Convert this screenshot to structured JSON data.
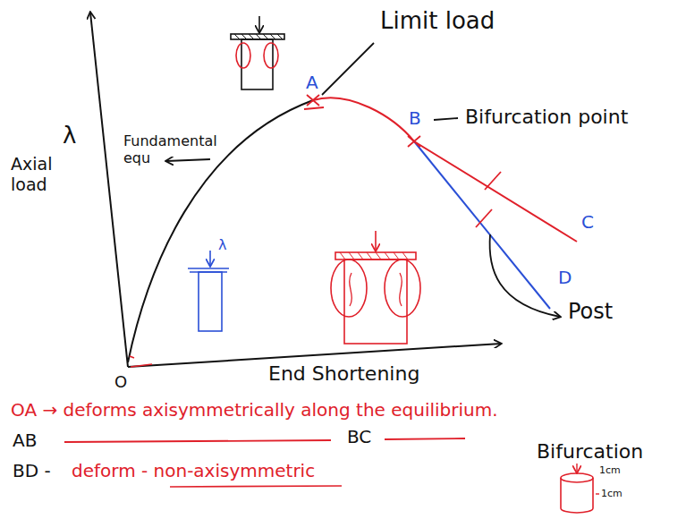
{
  "diagram": {
    "labels": [
      "λ",
      "Axial load",
      "Fundamental equ",
      "Limit load",
      "A",
      "B",
      "Bifurcation point",
      "C",
      "D",
      "Post",
      "Bifurcation",
      "O",
      "End Shortening",
      "λ",
      "OA → deforms axisymmetrically along the equilibrium.",
      "AB",
      "BC",
      "BD -",
      "deform - non-axisymmetric",
      "1cm",
      "1cm"
    ]
  }
}
